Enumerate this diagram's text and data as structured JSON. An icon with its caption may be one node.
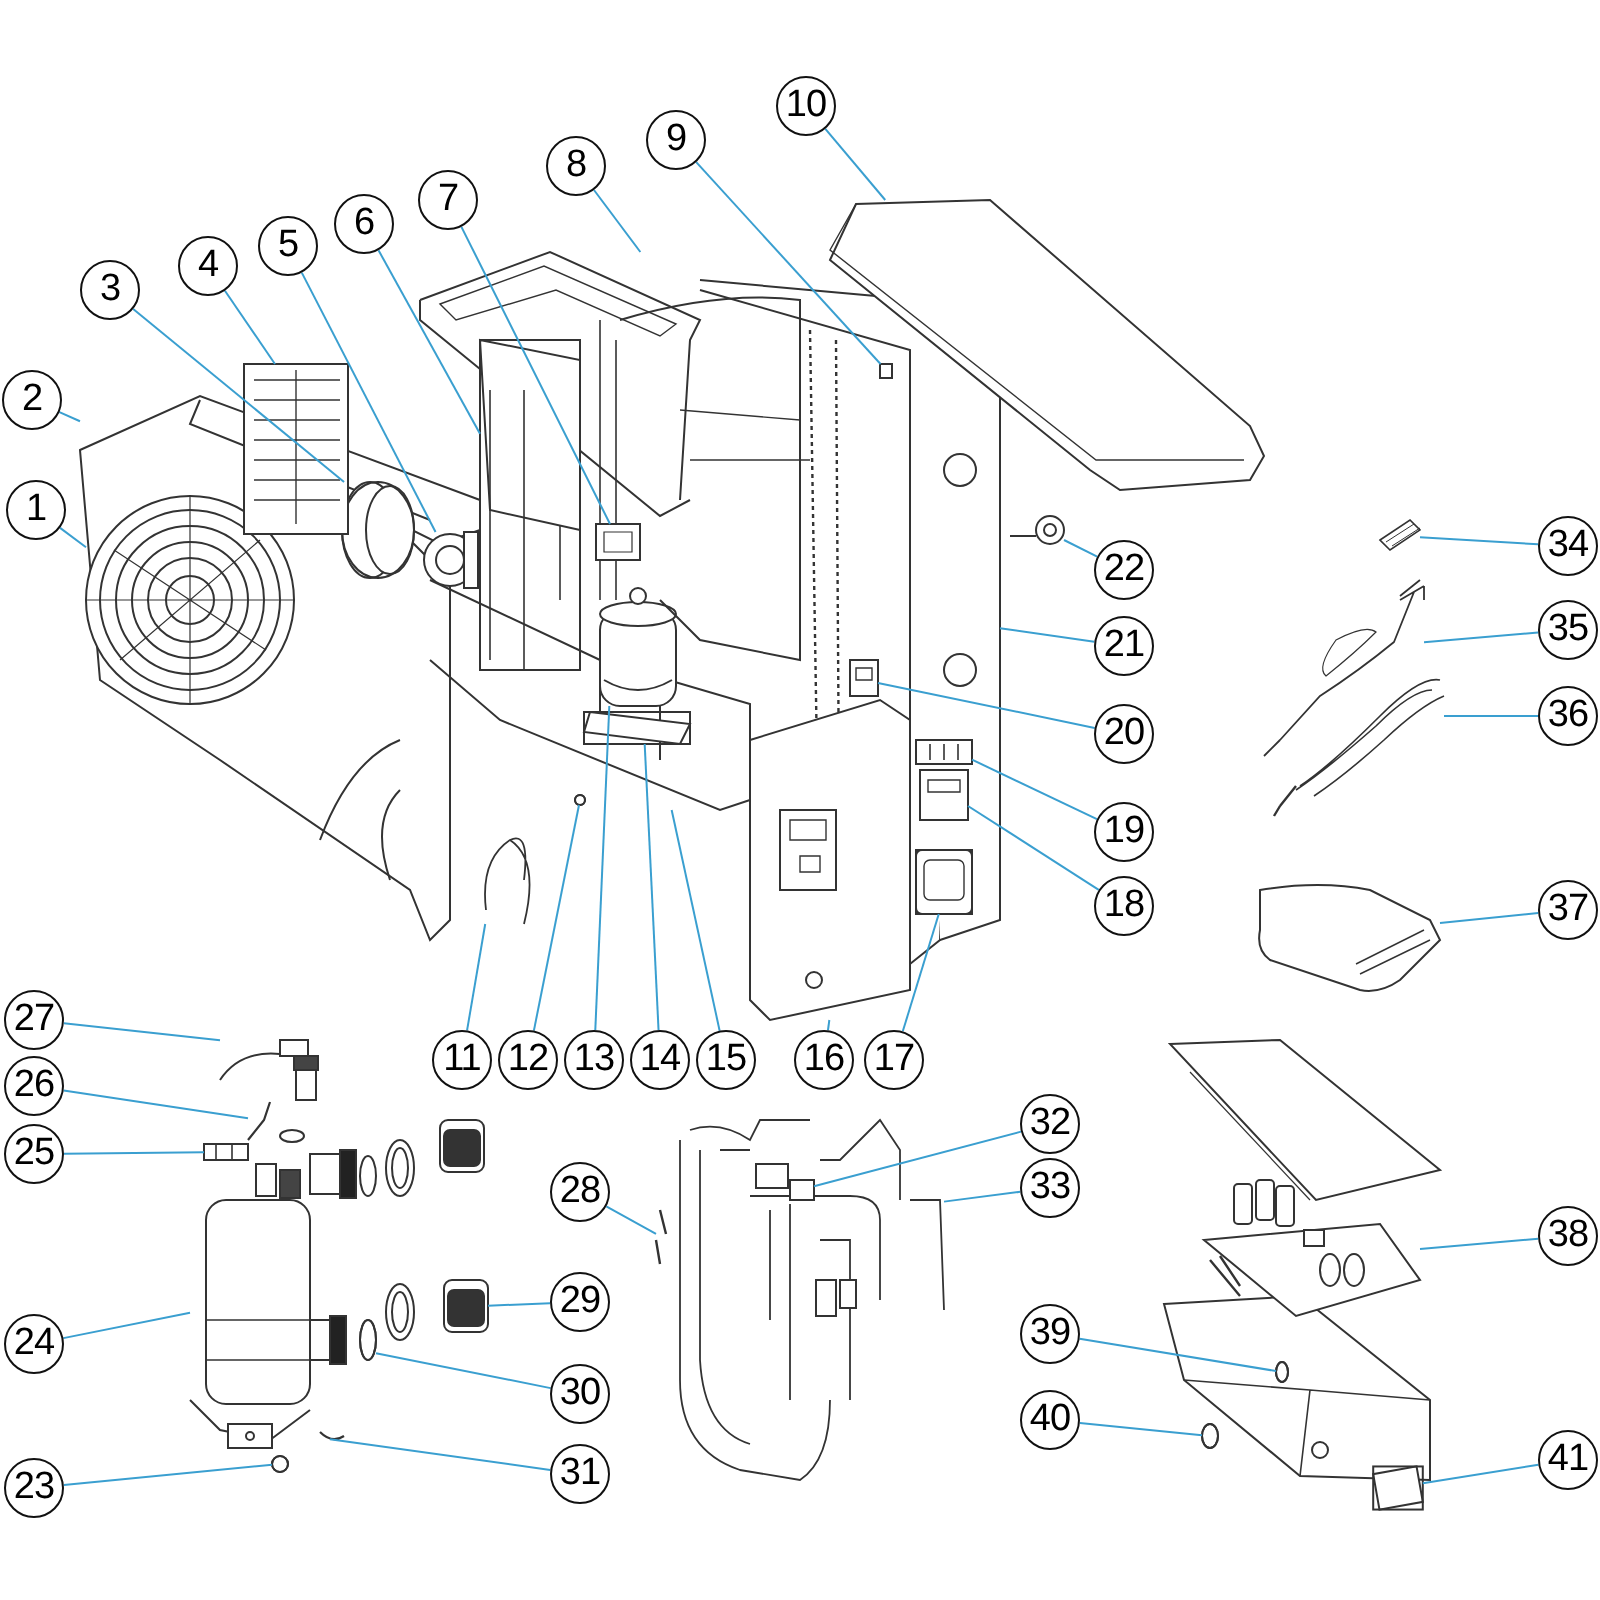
{
  "diagram": {
    "nodes": [
      {
        "text": [
          "1"
        ]
      },
      {
        "text": [
          "2"
        ]
      },
      {
        "text": [
          "3"
        ]
      },
      {
        "text": [
          "4"
        ]
      },
      {
        "text": [
          "5"
        ]
      },
      {
        "text": [
          "6"
        ]
      },
      {
        "text": [
          "7"
        ]
      },
      {
        "text": [
          "8"
        ]
      },
      {
        "text": [
          "9"
        ]
      },
      {
        "text": [
          "10"
        ]
      },
      {
        "text": [
          "11"
        ]
      },
      {
        "text": [
          "12"
        ]
      },
      {
        "text": [
          "13"
        ]
      },
      {
        "text": [
          "14"
        ]
      },
      {
        "text": [
          "15"
        ]
      },
      {
        "text": [
          "16"
        ]
      },
      {
        "text": [
          "17"
        ]
      },
      {
        "text": [
          "18"
        ]
      },
      {
        "text": [
          "19"
        ]
      },
      {
        "text": [
          "20"
        ]
      },
      {
        "text": [
          "21"
        ]
      },
      {
        "text": [
          "22"
        ]
      },
      {
        "text": [
          "23"
        ]
      },
      {
        "text": [
          "24"
        ]
      },
      {
        "text": [
          "25"
        ]
      },
      {
        "text": [
          "26"
        ]
      },
      {
        "text": [
          "27"
        ]
      },
      {
        "text": [
          "28"
        ]
      },
      {
        "text": [
          "29"
        ]
      },
      {
        "text": [
          "30"
        ]
      },
      {
        "text": [
          "31"
        ]
      },
      {
        "text": [
          "32"
        ]
      },
      {
        "text": [
          "33"
        ]
      },
      {
        "text": [
          "34"
        ]
      },
      {
        "text": [
          "35"
        ]
      },
      {
        "text": [
          "36"
        ]
      },
      {
        "text": [
          "37"
        ]
      },
      {
        "text": [
          "38"
        ]
      },
      {
        "text": [
          "39"
        ]
      },
      {
        "text": [
          "40"
        ]
      },
      {
        "text": [
          "41"
        ]
      },
      {
        "text": [],
        "shape": "picture",
        "in": 42
      },
      {
        "text": [],
        "shape": "picture"
      },
      {
        "text": [],
        "shape": "circle",
        "in": 42
      },
      {
        "text": [],
        "shape": "picture"
      },
      {
        "text": [],
        "shape": "picture",
        "in": 48
      },
      {
        "text": [],
        "shape": "box",
        "in": 48
      },
      {
        "text": [],
        "shape": "picture",
        "in": 48
      },
      {
        "text": [],
        "shape": "picture"
      },
      {
        "text": [],
        "shape": "box",
        "in": 61
      },
      {
        "text": [],
        "shape": "picture"
      },
      {
        "text": [],
        "shape": "picture"
      },
      {
        "text": [],
        "shape": "circle",
        "in": 55
      },
      {
        "text": [],
        "shape": "picture",
        "in": 55
      },
      {
        "text": [],
        "shape": "box",
        "in": 55
      },
      {
        "text": [],
        "shape": "picture"
      },
      {
        "text": [],
        "shape": "picture"
      },
      {
        "text": [],
        "shape": "box",
        "in": 61
      },
      {
        "text": [],
        "shape": "picture",
        "in": 61
      },
      {
        "text": [],
        "shape": "box",
        "in": 61
      },
      {
        "text": [],
        "shape": "box",
        "in": 61
      },
      {
        "text": [],
        "shape": "picture"
      },
      {
        "text": [],
        "shape": "picture"
      },
      {
        "text": [],
        "shape": "circle"
      },
      {
        "text": [],
        "shape": "picture"
      },
      {
        "text": [],
        "shape": "box"
      },
      {
        "text": [],
        "shape": "picture"
      },
      {
        "text": [],
        "shape": "picture"
      },
      {
        "text": [],
        "shape": "picture"
      },
      {
        "text": [],
        "shape": "picture"
      },
      {
        "text": [],
        "shape": "circle"
      },
      {
        "text": [],
        "shape": "picture"
      },
      {
        "text": [],
        "shape": "picture",
        "in": 73
      },
      {
        "text": [],
        "shape": "picture"
      },
      {
        "text": [],
        "shape": "picture"
      },
      {
        "text": [],
        "shape": "picture"
      },
      {
        "text": [],
        "shape": "picture"
      },
      {
        "text": [],
        "shape": "picture"
      },
      {
        "text": [],
        "shape": "picture"
      },
      {
        "text": [],
        "shape": "circle"
      },
      {
        "text": [],
        "shape": "circle"
      },
      {
        "text": [],
        "shape": "box"
      }
    ],
    "edges": [
      {
        "from": 0,
        "to": 41,
        "arrow": "none"
      },
      {
        "from": 1,
        "to": 42,
        "arrow": "none"
      },
      {
        "from": 2,
        "to": 43,
        "arrow": "none"
      },
      {
        "from": 3,
        "to": 44,
        "arrow": "none"
      },
      {
        "from": 4,
        "to": 45,
        "arrow": "none"
      },
      {
        "from": 5,
        "to": 46,
        "arrow": "none"
      },
      {
        "from": 6,
        "to": 47,
        "arrow": "none"
      },
      {
        "from": 7,
        "to": 48,
        "arrow": "none"
      },
      {
        "from": 8,
        "to": 49,
        "arrow": "none"
      },
      {
        "from": 9,
        "to": 50,
        "arrow": "none"
      },
      {
        "from": 10,
        "to": 51,
        "arrow": "none"
      },
      {
        "from": 11,
        "to": 52,
        "arrow": "none"
      },
      {
        "from": 12,
        "to": 53,
        "arrow": "none"
      },
      {
        "from": 13,
        "to": 54,
        "arrow": "none"
      },
      {
        "from": 14,
        "to": 55,
        "arrow": "none"
      },
      {
        "from": 15,
        "to": 56,
        "arrow": "none"
      },
      {
        "from": 16,
        "to": 57,
        "arrow": "none"
      },
      {
        "from": 17,
        "to": 58,
        "arrow": "none"
      },
      {
        "from": 18,
        "to": 59,
        "arrow": "none"
      },
      {
        "from": 19,
        "to": 60,
        "arrow": "none"
      },
      {
        "from": 20,
        "to": 61,
        "arrow": "none"
      },
      {
        "from": 21,
        "to": 62,
        "arrow": "none"
      },
      {
        "from": 22,
        "to": 63,
        "arrow": "none"
      },
      {
        "from": 23,
        "to": 64,
        "arrow": "none"
      },
      {
        "from": 24,
        "to": 65,
        "arrow": "none"
      },
      {
        "from": 25,
        "to": 66,
        "arrow": "none"
      },
      {
        "from": 26,
        "to": 67,
        "arrow": "none"
      },
      {
        "from": 27,
        "to": 68,
        "arrow": "none"
      },
      {
        "from": 28,
        "to": 69,
        "arrow": "none"
      },
      {
        "from": 29,
        "to": 70,
        "arrow": "none"
      },
      {
        "from": 30,
        "to": 71,
        "arrow": "none"
      },
      {
        "from": 31,
        "to": 72,
        "arrow": "none"
      },
      {
        "from": 32,
        "to": 73,
        "arrow": "none"
      },
      {
        "from": 33,
        "to": 74,
        "arrow": "none"
      },
      {
        "from": 34,
        "to": 75,
        "arrow": "none"
      },
      {
        "from": 35,
        "to": 76,
        "arrow": "none"
      },
      {
        "from": 36,
        "to": 77,
        "arrow": "none"
      },
      {
        "from": 37,
        "to": 78,
        "arrow": "none"
      },
      {
        "from": 38,
        "to": 79,
        "arrow": "none"
      },
      {
        "from": 39,
        "to": 80,
        "arrow": "none"
      },
      {
        "from": 40,
        "to": 81,
        "arrow": "none"
      }
    ]
  }
}
